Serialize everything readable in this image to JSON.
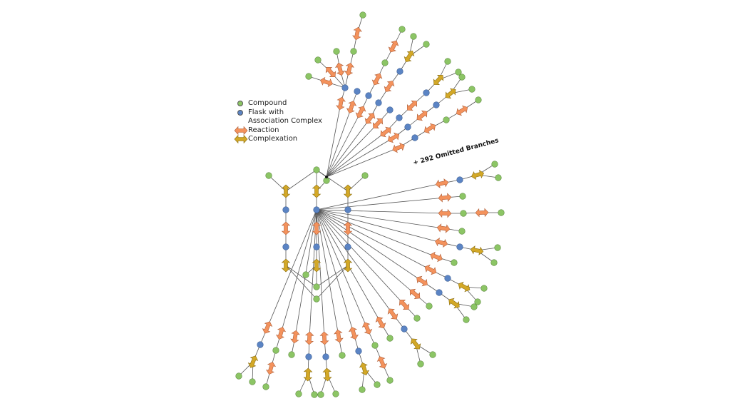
{
  "legend": {
    "compound": "Compound",
    "flask_line1": "Flask with",
    "flask_line2": "Association Complex",
    "reaction": "Reaction",
    "complexation": "Complexation"
  },
  "annotation": "+ 292 Omitted Branches",
  "colors": {
    "compound": "#8cc565",
    "flask": "#5b84c4",
    "reaction": "#f4925c",
    "complexation": "#d3a827",
    "edge": "#555555",
    "hub": "#111111"
  }
}
